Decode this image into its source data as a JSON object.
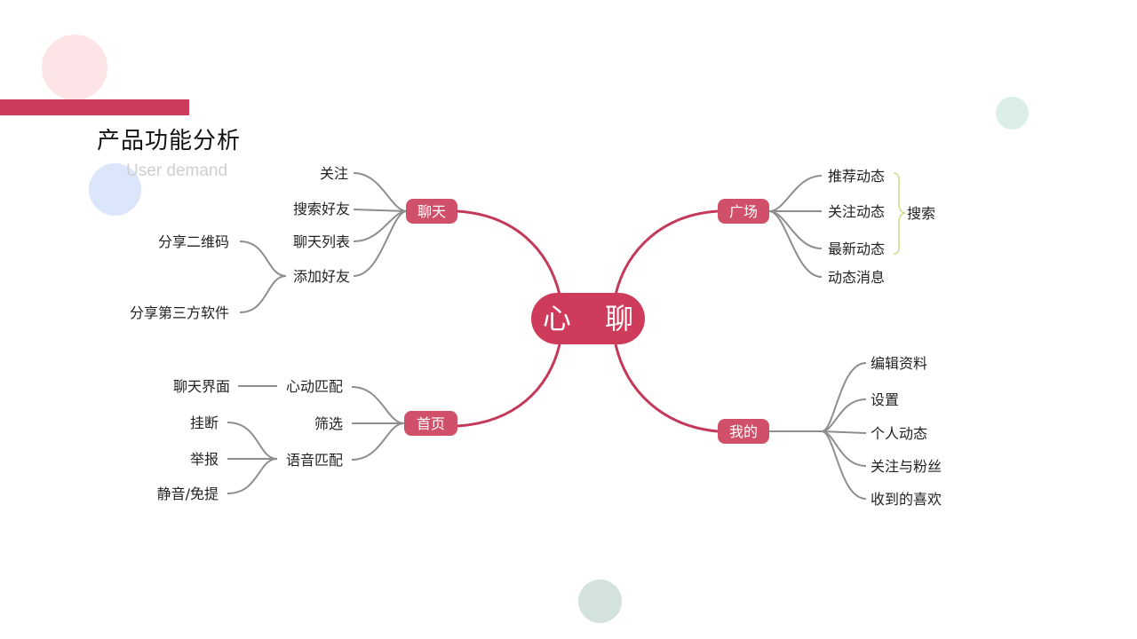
{
  "slide": {
    "title": "产品功能分析",
    "subtitle": "User demand"
  },
  "colors": {
    "accent": "#cf3b5a",
    "pill": "#d05069",
    "branch_line": "#c4395a",
    "leaf_line": "#8e8e8e",
    "brace": "#c8dc8a"
  },
  "mindmap": {
    "center": "心 聊",
    "branches": {
      "chat": {
        "label": "聊天",
        "items": [
          "关注",
          "搜索好友",
          "聊天列表",
          "添加好友"
        ],
        "add_friend_children": [
          "分享二维码",
          "分享第三方软件"
        ]
      },
      "square": {
        "label": "广场",
        "items": [
          "推荐动态",
          "关注动态",
          "最新动态",
          "动态消息"
        ],
        "brace_label": "搜索"
      },
      "home": {
        "label": "首页",
        "items": [
          "心动匹配",
          "筛选",
          "语音匹配"
        ],
        "heart_match_children": [
          "聊天界面"
        ],
        "voice_match_children": [
          "挂断",
          "举报",
          "静音/免提"
        ]
      },
      "mine": {
        "label": "我的",
        "items": [
          "编辑资料",
          "设置",
          "个人动态",
          "关注与粉丝",
          "收到的喜欢"
        ]
      }
    }
  }
}
